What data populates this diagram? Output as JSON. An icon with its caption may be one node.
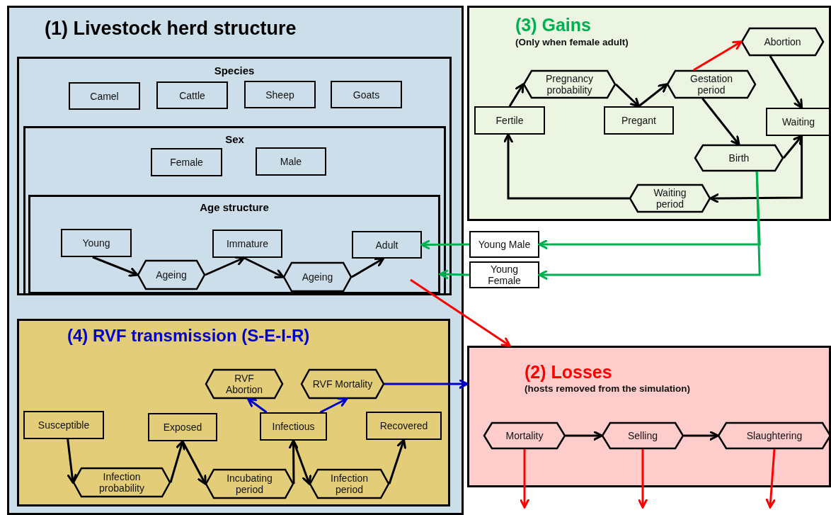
{
  "diagram": {
    "nodes": [
      {
        "text": [
          "(1) Livestock herd structure"
        ]
      },
      {
        "text": [
          "Species"
        ],
        "in": 0
      },
      {
        "text": [
          "Camel"
        ],
        "in": 1
      },
      {
        "text": [
          "Cattle"
        ],
        "in": 1
      },
      {
        "text": [
          "Sheep"
        ],
        "in": 1
      },
      {
        "text": [
          "Goats"
        ],
        "in": 1
      },
      {
        "text": [
          "Sex"
        ],
        "in": 1
      },
      {
        "text": [
          "Female"
        ],
        "in": 6
      },
      {
        "text": [
          "Male"
        ],
        "in": 6
      },
      {
        "text": [
          "Age structure"
        ],
        "in": 6
      },
      {
        "text": [
          "Young"
        ],
        "in": 9
      },
      {
        "text": [
          "Ageing"
        ],
        "in": 9
      },
      {
        "text": [
          "Immature"
        ],
        "in": 9
      },
      {
        "text": [
          "Ageing"
        ],
        "in": 9
      },
      {
        "text": [
          "Adult"
        ],
        "in": 9
      },
      {
        "text": [
          "(4) RVF transmission (S-E-I-R)"
        ],
        "in": 0
      },
      {
        "text": [
          "RVF Abortion"
        ],
        "in": 15
      },
      {
        "text": [
          "RVF Mortality"
        ],
        "in": 15
      },
      {
        "text": [
          "Susceptible"
        ],
        "in": 15
      },
      {
        "text": [
          "Exposed"
        ],
        "in": 15
      },
      {
        "text": [
          "Infectious"
        ],
        "in": 15
      },
      {
        "text": [
          "Recovered"
        ],
        "in": 15
      },
      {
        "text": [
          "Infection probability"
        ],
        "in": 15
      },
      {
        "text": [
          "Incubating period"
        ],
        "in": 15
      },
      {
        "text": [
          "Infection period"
        ],
        "in": 15
      },
      {
        "text": [
          "(3) Gains",
          "(Only when female adult)"
        ]
      },
      {
        "text": [
          "Abortion"
        ],
        "in": 25
      },
      {
        "text": [
          "Pregnancy probability"
        ],
        "in": 25
      },
      {
        "text": [
          "Gestation period"
        ],
        "in": 25
      },
      {
        "text": [
          "Fertile"
        ],
        "in": 25
      },
      {
        "text": [
          "Pregant"
        ],
        "in": 25
      },
      {
        "text": [
          "Waiting"
        ],
        "in": 25
      },
      {
        "text": [
          "Birth"
        ],
        "in": 25
      },
      {
        "text": [
          "Waiting period"
        ],
        "in": 25
      },
      {
        "text": [
          "Young Male"
        ]
      },
      {
        "text": [
          "Young Female"
        ]
      },
      {
        "text": [
          "(2) Losses",
          "(hosts removed from the simulation)"
        ]
      },
      {
        "text": [
          "Mortality"
        ],
        "in": 36
      },
      {
        "text": [
          "Selling"
        ],
        "in": 36
      },
      {
        "text": [
          "Slaughtering"
        ],
        "in": 36
      }
    ],
    "edges": [
      {
        "from": 10,
        "to": 11,
        "arrow": "to"
      },
      {
        "from": 11,
        "to": 12,
        "arrow": "to"
      },
      {
        "from": 12,
        "to": 13,
        "arrow": "to"
      },
      {
        "from": 13,
        "to": 14,
        "arrow": "to"
      },
      {
        "from": 18,
        "to": 22,
        "arrow": "to"
      },
      {
        "from": 22,
        "to": 19,
        "arrow": "to"
      },
      {
        "from": 19,
        "to": 23,
        "arrow": "to"
      },
      {
        "from": 23,
        "to": 20,
        "arrow": "to"
      },
      {
        "from": 20,
        "to": 24,
        "arrow": "to"
      },
      {
        "from": 24,
        "to": 21,
        "arrow": "to"
      },
      {
        "from": 20,
        "to": 16,
        "arrow": "to",
        "color": "#0000cc"
      },
      {
        "from": 20,
        "to": 17,
        "arrow": "to",
        "color": "#0000cc"
      },
      {
        "from": 17,
        "to": 36,
        "arrow": "to",
        "color": "#0000cc"
      },
      {
        "from": null,
        "to": 36,
        "arrow": "to",
        "color": "#ff0000"
      },
      {
        "from": 29,
        "to": 27,
        "arrow": "to"
      },
      {
        "from": 27,
        "to": 30,
        "arrow": "to"
      },
      {
        "from": 30,
        "to": 28,
        "arrow": "to"
      },
      {
        "from": 28,
        "to": 26,
        "arrow": "to",
        "color": "#ff0000"
      },
      {
        "from": 28,
        "to": 32,
        "arrow": "to"
      },
      {
        "from": 26,
        "to": 31,
        "arrow": "to"
      },
      {
        "from": 32,
        "to": 31,
        "arrow": "to"
      },
      {
        "from": 31,
        "to": 33,
        "arrow": "to"
      },
      {
        "from": 33,
        "to": 29,
        "arrow": "to"
      },
      {
        "from": 32,
        "to": 34,
        "arrow": "to",
        "color": "#00b050"
      },
      {
        "from": 32,
        "to": 35,
        "arrow": "to",
        "color": "#00b050"
      },
      {
        "from": 34,
        "to": 14,
        "arrow": "to",
        "color": "#00b050"
      },
      {
        "from": 35,
        "to": 9,
        "arrow": "to",
        "color": "#00b050"
      },
      {
        "from": 37,
        "to": 38,
        "arrow": "to"
      },
      {
        "from": 38,
        "to": 39,
        "arrow": "to"
      },
      {
        "from": 37,
        "to": null,
        "arrow": "to",
        "color": "#ff0000"
      },
      {
        "from": 38,
        "to": null,
        "arrow": "to",
        "color": "#ff0000"
      },
      {
        "from": 39,
        "to": null,
        "arrow": "to",
        "color": "#ff0000"
      }
    ]
  }
}
